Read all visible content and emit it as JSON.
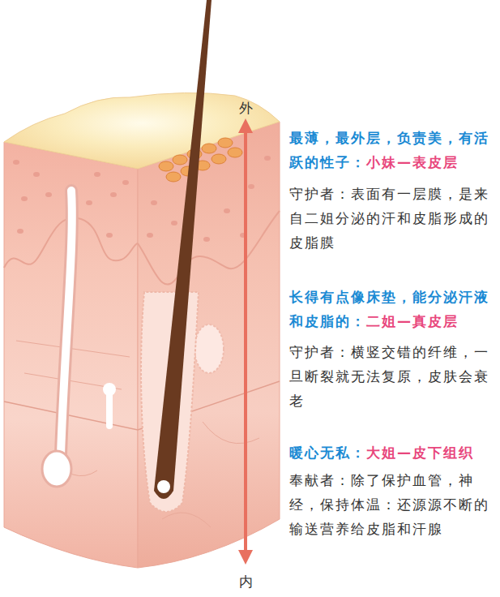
{
  "diagram": {
    "labels": [
      "外",
      "最薄，最外层，负责美，有活跃的性子：",
      "小妹—表皮层",
      "守护者：表面有一层膜，是来自二姐分泌的汗和皮脂形成的皮脂膜",
      "长得有点像床垫，能分泌汗液和皮脂的：",
      "二姐—真皮层",
      "守护者：横竖交错的纤维，一旦断裂就无法复原，皮肤会衰老",
      "暖心无私：",
      "大姐—皮下组织",
      "奉献者：除了保护血管，神经，保持体温：还源源不断的输送营养给皮脂和汗腺",
      "内"
    ]
  }
}
